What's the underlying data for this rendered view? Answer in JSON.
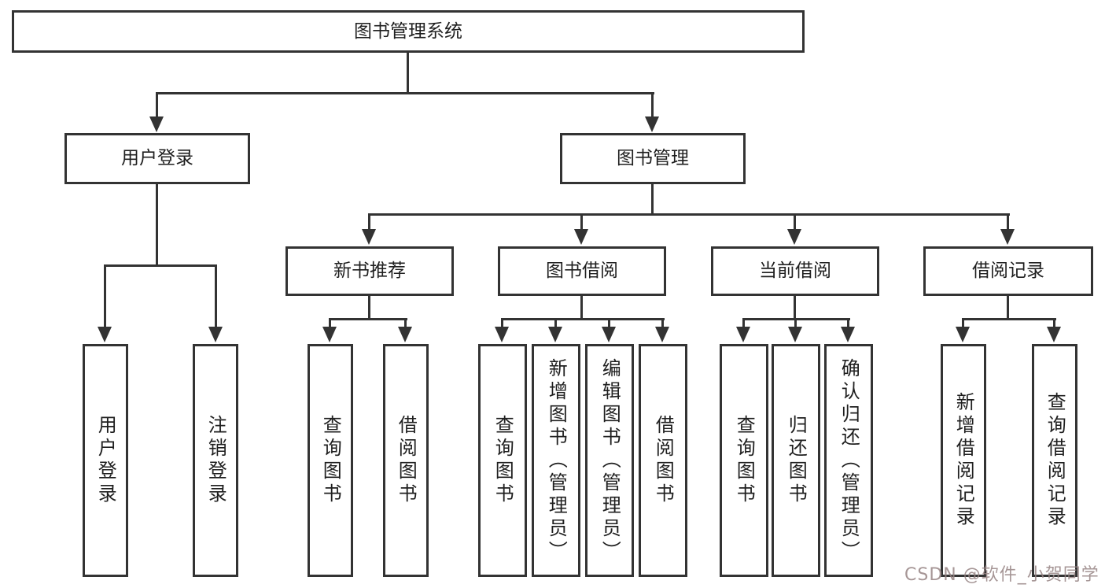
{
  "tree": {
    "root": {
      "label": "图书管理系统"
    },
    "branches": [
      {
        "label": "用户登录",
        "children": [
          {
            "label": "用户登录"
          },
          {
            "label": "注销登录"
          }
        ]
      },
      {
        "label": "图书管理",
        "children": [
          {
            "label": "新书推荐",
            "children": [
              {
                "label": "查询图书"
              },
              {
                "label": "借阅图书"
              }
            ]
          },
          {
            "label": "图书借阅",
            "children": [
              {
                "label": "查询图书"
              },
              {
                "label": "新增图书（管理员）"
              },
              {
                "label": "编辑图书（管理员）"
              },
              {
                "label": "借阅图书"
              }
            ]
          },
          {
            "label": "当前借阅",
            "children": [
              {
                "label": "查询图书"
              },
              {
                "label": "归还图书"
              },
              {
                "label": "确认归还（管理员）"
              }
            ]
          },
          {
            "label": "借阅记录",
            "children": [
              {
                "label": "新增借阅记录"
              },
              {
                "label": "查询借阅记录"
              }
            ]
          }
        ]
      }
    ]
  },
  "watermark": {
    "text": "CSDN @软件_小贺同学"
  },
  "colors": {
    "line": "#333333",
    "text": "#1f1f1f",
    "background": "#ffffff",
    "watermark": "#968484"
  }
}
